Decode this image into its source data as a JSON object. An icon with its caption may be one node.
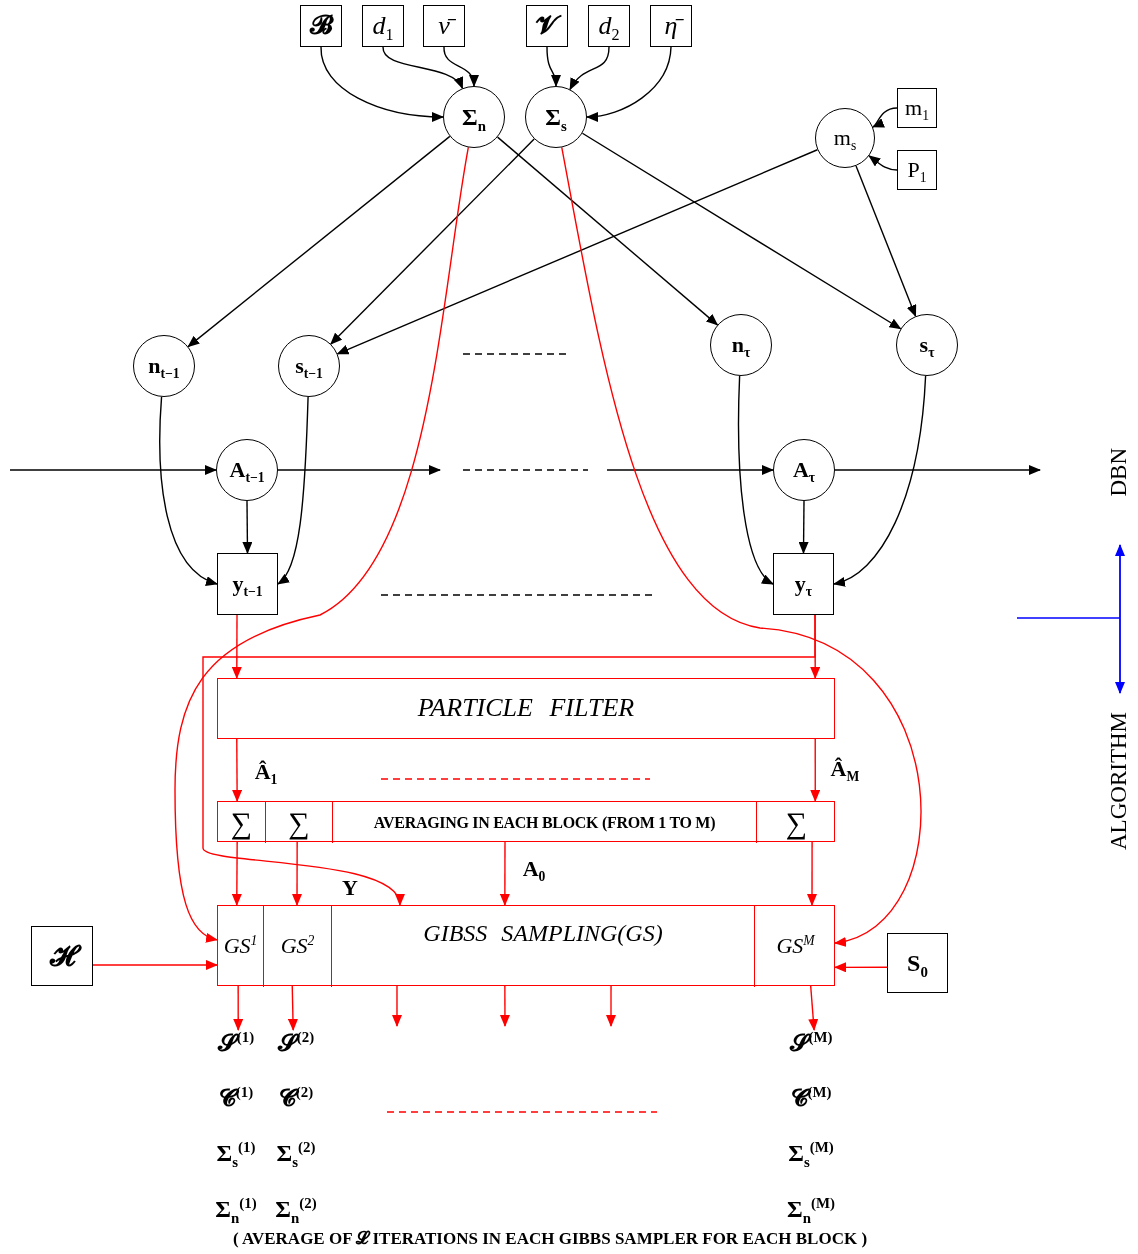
{
  "diagram": {
    "caption": "( AVERAGE OF 𝓛 ITERATIONS IN EACH GIBBS SAMPLER FOR EACH BLOCK )",
    "nodes": [
      {
        "text": [
          "𝓑"
        ]
      },
      {
        "text": [
          "*d*$_{1}$"
        ]
      },
      {
        "text": [
          "ν̄"
        ]
      },
      {
        "text": [
          "𝓥"
        ]
      },
      {
        "text": [
          "*d*$_{2}$"
        ]
      },
      {
        "text": [
          "η̄"
        ]
      },
      {
        "text": [
          "Σ$_{n}$"
        ]
      },
      {
        "text": [
          "Σ$_{s}$"
        ]
      },
      {
        "text": [
          "m$_{1}$"
        ]
      },
      {
        "text": [
          "m$_{s}$"
        ]
      },
      {
        "text": [
          "P$_{1}$"
        ]
      },
      {
        "text": [
          "n$_{t−1}$"
        ]
      },
      {
        "text": [
          "s$_{t−1}$"
        ]
      },
      {
        "text": [
          "n$_{τ}$"
        ]
      },
      {
        "text": [
          "s$_{τ}$"
        ]
      },
      {
        "text": [
          "A$_{t−1}$"
        ]
      },
      {
        "text": [
          "A$_{τ}$"
        ]
      },
      {
        "text": [
          "y$_{t−1}$"
        ]
      },
      {
        "text": [
          "y$_{τ}$"
        ]
      },
      {
        "text": [
          "PARTICLE FILTER"
        ]
      },
      {
        "text": [],
        "shape": "box"
      },
      {
        "text": [
          "∑"
        ],
        "in": 20
      },
      {
        "text": [
          "∑"
        ],
        "in": 20
      },
      {
        "text": [
          "AVERAGING IN EACH BLOCK (FROM 1 TO M)"
        ],
        "in": 20
      },
      {
        "text": [
          "∑"
        ],
        "in": 20
      },
      {
        "text": [],
        "shape": "box"
      },
      {
        "text": [
          "GS$^{1}$"
        ],
        "in": 25
      },
      {
        "text": [
          "GS$^{2}$"
        ],
        "in": 25
      },
      {
        "text": [
          "GIBSS SAMPLING(GS)"
        ],
        "in": 25
      },
      {
        "text": [
          "GS$^{M}$"
        ],
        "in": 25
      },
      {
        "text": [
          "𝓗"
        ]
      },
      {
        "text": [
          "S$_{0}$"
        ]
      },
      {
        "text": [
          "𝓢$^{(1)}$",
          "𝓒$^{(1)}$",
          "Σ$_{s}$$^{(1)}$",
          "Σ$_{n}$$^{(1)}$"
        ]
      },
      {
        "text": [
          "𝓢$^{(2)}$",
          "𝓒$^{(2)}$",
          "Σ$_{s}$$^{(2)}$",
          "Σ$_{n}$$^{(2)}$"
        ]
      },
      {
        "text": [
          "𝓢$^{(M)}$",
          "𝓒$^{(M)}$",
          "Σ$_{s}$$^{(M)}$",
          "Σ$_{n}$$^{(M)}$"
        ]
      }
    ],
    "edges": [
      {
        "from": 0,
        "to": 6,
        "arrow": "to"
      },
      {
        "from": 1,
        "to": 6,
        "arrow": "to"
      },
      {
        "from": 2,
        "to": 6,
        "arrow": "to"
      },
      {
        "from": 3,
        "to": 7,
        "arrow": "to"
      },
      {
        "from": 4,
        "to": 7,
        "arrow": "to"
      },
      {
        "from": 5,
        "to": 7,
        "arrow": "to"
      },
      {
        "from": 8,
        "to": 9,
        "arrow": "to"
      },
      {
        "from": 10,
        "to": 9,
        "arrow": "to"
      },
      {
        "from": 6,
        "to": 11,
        "arrow": "to"
      },
      {
        "from": 7,
        "to": 12,
        "arrow": "to"
      },
      {
        "from": 9,
        "to": 12,
        "arrow": "to"
      },
      {
        "from": 6,
        "to": 13,
        "arrow": "to"
      },
      {
        "from": 7,
        "to": 14,
        "arrow": "to"
      },
      {
        "from": 9,
        "to": 14,
        "arrow": "to"
      },
      {
        "from": 11,
        "to": 17,
        "arrow": "to"
      },
      {
        "from": 12,
        "to": 17,
        "arrow": "to"
      },
      {
        "from": 15,
        "to": 17,
        "arrow": "to"
      },
      {
        "from": 13,
        "to": 18,
        "arrow": "to"
      },
      {
        "from": 14,
        "to": 18,
        "arrow": "to"
      },
      {
        "from": 16,
        "to": 18,
        "arrow": "to"
      },
      {
        "from": null,
        "to": 15,
        "arrow": "to"
      },
      {
        "from": 15,
        "to": null,
        "arrow": "to"
      },
      {
        "from": null,
        "to": 16,
        "arrow": "to"
      },
      {
        "from": 16,
        "to": null,
        "arrow": "to"
      },
      {
        "from": 17,
        "to": 19,
        "arrow": "to",
        "color": "#ff0000"
      },
      {
        "from": 18,
        "to": 19,
        "arrow": "to",
        "color": "#ff0000"
      },
      {
        "from": 18,
        "to": 28,
        "arrow": "to",
        "label": "Y",
        "color": "#ff0000"
      },
      {
        "from": 6,
        "to": 26,
        "arrow": "to",
        "color": "#ff0000"
      },
      {
        "from": 7,
        "to": 29,
        "arrow": "to",
        "color": "#ff0000"
      },
      {
        "from": 30,
        "to": 26,
        "arrow": "to",
        "color": "#ff0000"
      },
      {
        "from": 31,
        "to": 29,
        "arrow": "to",
        "color": "#ff0000"
      },
      {
        "from": 19,
        "to": 21,
        "arrow": "to",
        "label": "Â$_{1}$",
        "color": "#ff0000"
      },
      {
        "from": 19,
        "to": 24,
        "arrow": "to",
        "label": "Â$_{M}$",
        "color": "#ff0000"
      },
      {
        "from": 21,
        "to": 26,
        "arrow": "to",
        "color": "#ff0000"
      },
      {
        "from": 22,
        "to": 27,
        "arrow": "to",
        "color": "#ff0000"
      },
      {
        "from": 23,
        "to": 28,
        "arrow": "to",
        "label": "A$_{0}$",
        "color": "#ff0000"
      },
      {
        "from": 24,
        "to": 29,
        "arrow": "to",
        "color": "#ff0000"
      },
      {
        "from": 26,
        "to": 32,
        "arrow": "to",
        "color": "#ff0000"
      },
      {
        "from": 27,
        "to": 33,
        "arrow": "to",
        "color": "#ff0000"
      },
      {
        "from": 28,
        "to": null,
        "arrow": "to",
        "color": "#ff0000"
      },
      {
        "from": 28,
        "to": null,
        "arrow": "to",
        "color": "#ff0000"
      },
      {
        "from": 28,
        "to": null,
        "arrow": "to",
        "color": "#ff0000"
      },
      {
        "from": 29,
        "to": 34,
        "arrow": "to",
        "color": "#ff0000"
      }
    ],
    "labels": [
      "DBN",
      "ALGORITHM"
    ]
  }
}
